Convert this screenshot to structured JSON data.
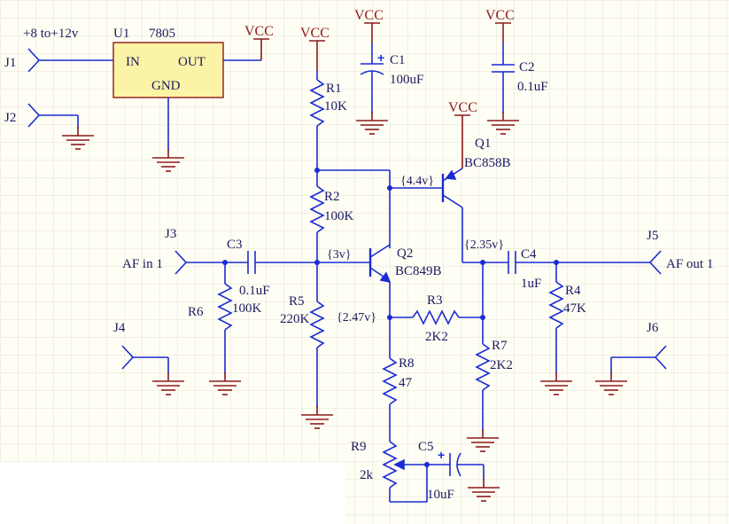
{
  "colors": {
    "background": "#fffef4",
    "grid": "#e6e2d6",
    "wire": "#1a2bd4",
    "power": "#8b1a1a",
    "text": "#1a1a60",
    "regulator_fill": "#fbf3a6"
  },
  "supply_note": "+8 to+12v",
  "regulator": {
    "ref": "U1",
    "value": "7805",
    "pin_in": "IN",
    "pin_out": "OUT",
    "pin_gnd": "GND"
  },
  "power_label": "VCC",
  "connectors": {
    "j1": "J1",
    "j2": "J2",
    "j3": "J3",
    "j4": "J4",
    "j5": "J5",
    "j6": "J6"
  },
  "signals": {
    "input": "AF in 1",
    "output": "AF out 1"
  },
  "capacitors": {
    "c1": {
      "ref": "C1",
      "value": "100uF"
    },
    "c2": {
      "ref": "C2",
      "value": "0.1uF"
    },
    "c3": {
      "ref": "C3",
      "value": "0.1uF"
    },
    "c4": {
      "ref": "C4",
      "value": "1uF"
    },
    "c5": {
      "ref": "C5",
      "value": "10uF"
    },
    "polarity_mark": "+"
  },
  "resistors": {
    "r1": {
      "ref": "R1",
      "value": "10K"
    },
    "r2": {
      "ref": "R2",
      "value": "100K"
    },
    "r3": {
      "ref": "R3",
      "value": "2K2"
    },
    "r4": {
      "ref": "R4",
      "value": "47K"
    },
    "r5": {
      "ref": "R5",
      "value": "220K"
    },
    "r6": {
      "ref": "R6",
      "value": "100K"
    },
    "r7": {
      "ref": "R7",
      "value": "2K2"
    },
    "r8": {
      "ref": "R8",
      "value": "47"
    },
    "r9": {
      "ref": "R9",
      "value": "2k"
    }
  },
  "transistors": {
    "q1": {
      "ref": "Q1",
      "part": "BC858B"
    },
    "q2": {
      "ref": "Q2",
      "part": "BC849B"
    }
  },
  "voltages": {
    "q1_base": "{4.4v}",
    "q2_base": "{3v}",
    "q2_emitter": "{2.47v}",
    "q1_collector": "{2.35v}"
  }
}
